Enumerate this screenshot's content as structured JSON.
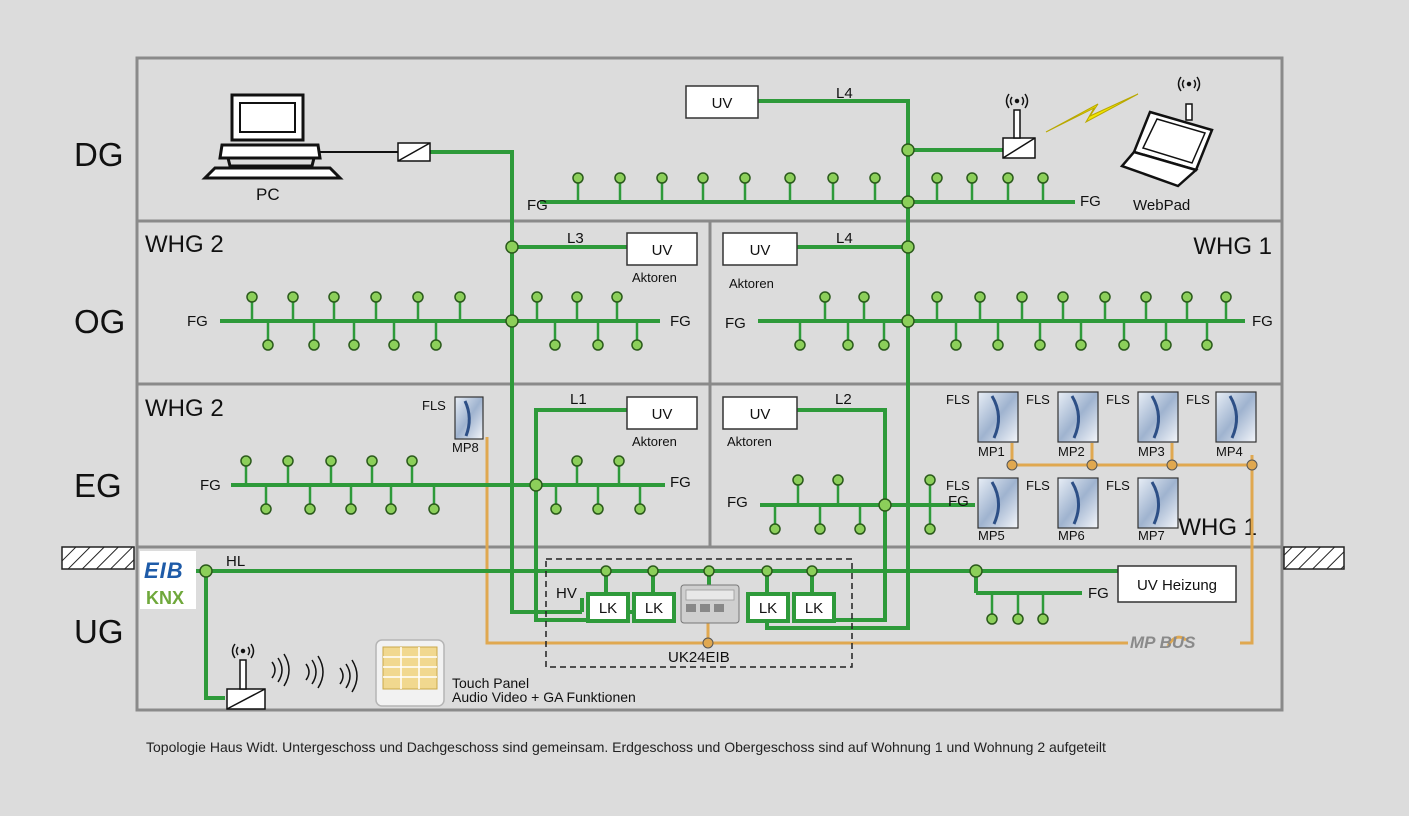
{
  "floors": {
    "dg": "DG",
    "og": "OG",
    "eg": "EG",
    "ug": "UG"
  },
  "apartments": {
    "whg2_og": "WHG 2",
    "whg1_og": "WHG 1",
    "whg2_eg": "WHG 2",
    "whg1_eg": "WHG 1"
  },
  "lines": {
    "l1": "L1",
    "l2": "L2",
    "l3": "L3",
    "l4_dg": "L4",
    "l4_og": "L4",
    "hl": "HL"
  },
  "uv": "UV",
  "aktoren": "Aktoren",
  "fg": "FG",
  "fls": "FLS",
  "mp": [
    "MP1",
    "MP2",
    "MP3",
    "MP4",
    "MP5",
    "MP6",
    "MP7",
    "MP8"
  ],
  "lk": "LK",
  "hv": "HV",
  "uk24eib": "UK24EIB",
  "uv_heizung": "UV Heizung",
  "pc": "PC",
  "webpad": "WebPad",
  "touch_panel": {
    "line1": "Touch Panel",
    "line2": "Audio Video + GA Funktionen"
  },
  "logos": {
    "eib": "EIB",
    "knx": "KNX",
    "mp_bus": "MP BUS"
  },
  "caption": "Topologie Haus Widt. Untergeschoss und Dachgeschoss sind gemeinsam. Erdgeschoss und Obergeschoss sind auf Wohnung 1 und Wohnung 2 aufgeteilt",
  "colors": {
    "bus": "#2e9a3a",
    "mpbus": "#e0a850",
    "node": "#8ccf5a",
    "frame": "#8a8a8a",
    "background": "#dcdcdc"
  }
}
